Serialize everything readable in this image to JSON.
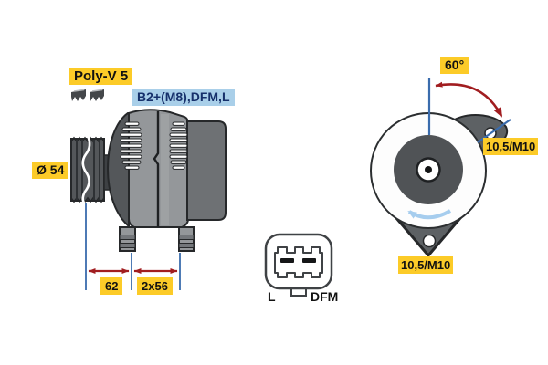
{
  "diagram_title": "alternator-technical-drawing",
  "colors": {
    "label_yellow": "#fccb28",
    "label_blue_bg": "#a9cfe9",
    "label_blue_text": "#16306b",
    "dimension_blue": "#3a6cad",
    "dimension_red": "#a11d20",
    "rotation_arrow_blue": "#a6cdee",
    "body_gray": "#94979a",
    "dark_gray": "#54575a",
    "rear_housing_gray": "#6e7174"
  },
  "side_view": {
    "belt_type_label": "Poly-V 5",
    "terminal_label": "B2+(M8),DFM,L",
    "pulley_diameter_label": "Ø 54",
    "dimension_pulley_to_foot": "62",
    "dimension_foot_spacing": "2x56"
  },
  "connector": {
    "pin_left_label": "L",
    "pin_right_label": "DFM"
  },
  "front_view": {
    "mounting_angle_label": "60°",
    "mounting_hole_top_label": "10,5/M10",
    "mounting_hole_bottom_label": "10,5/M10"
  }
}
